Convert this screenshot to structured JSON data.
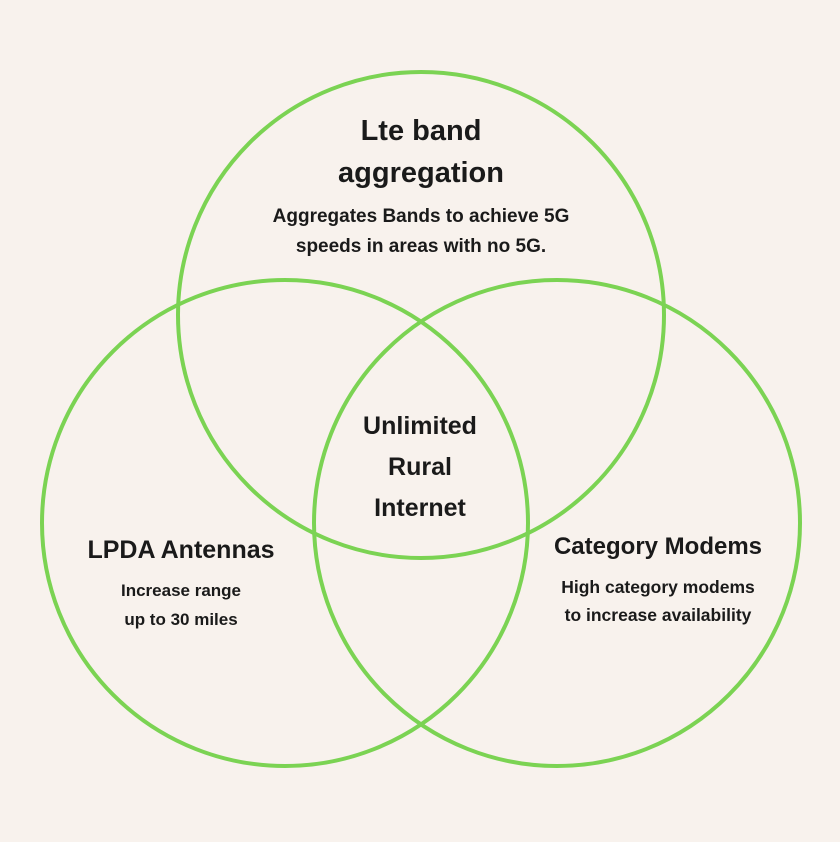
{
  "colors": {
    "background": "#f8f2ed",
    "circle_stroke": "#7bd353",
    "text": "#1a1a1a"
  },
  "diagram": {
    "type": "venn",
    "top_circle": {
      "title_line1": "Lte band",
      "title_line2": "aggregation",
      "subtitle_line1": "Aggregates Bands to achieve 5G",
      "subtitle_line2": "speeds in areas with no 5G."
    },
    "left_circle": {
      "title": "LPDA Antennas",
      "subtitle_line1": "Increase range",
      "subtitle_line2": "up to 30 miles"
    },
    "right_circle": {
      "title": "Category Modems",
      "subtitle_line1": "High category modems",
      "subtitle_line2": "to increase availability"
    },
    "center": {
      "line1": "Unlimited",
      "line2": "Rural",
      "line3": "Internet"
    }
  }
}
